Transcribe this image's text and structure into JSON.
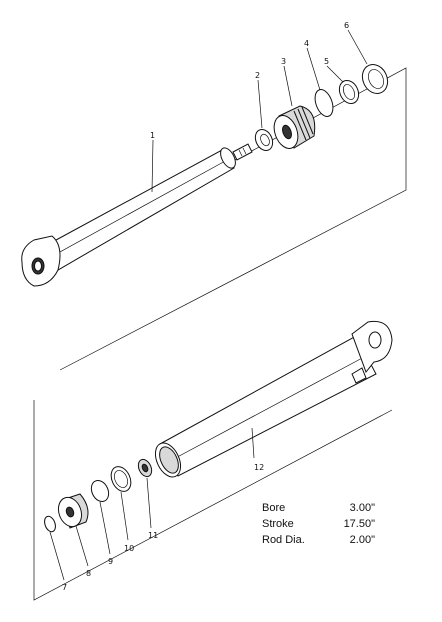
{
  "callouts": [
    {
      "id": "1",
      "text": "1"
    },
    {
      "id": "2",
      "text": "2"
    },
    {
      "id": "3",
      "text": "3"
    },
    {
      "id": "4",
      "text": "4"
    },
    {
      "id": "5",
      "text": "5"
    },
    {
      "id": "6",
      "text": "6"
    },
    {
      "id": "7",
      "text": "7"
    },
    {
      "id": "8",
      "text": "8"
    },
    {
      "id": "9",
      "text": "9"
    },
    {
      "id": "10",
      "text": "10"
    },
    {
      "id": "11",
      "text": "11"
    },
    {
      "id": "12",
      "text": "12"
    }
  ],
  "specs": [
    {
      "label": "Bore",
      "value": "3.00\""
    },
    {
      "label": "Stroke",
      "value": "17.50\""
    },
    {
      "label": "Rod Dia.",
      "value": "2.00\""
    }
  ]
}
